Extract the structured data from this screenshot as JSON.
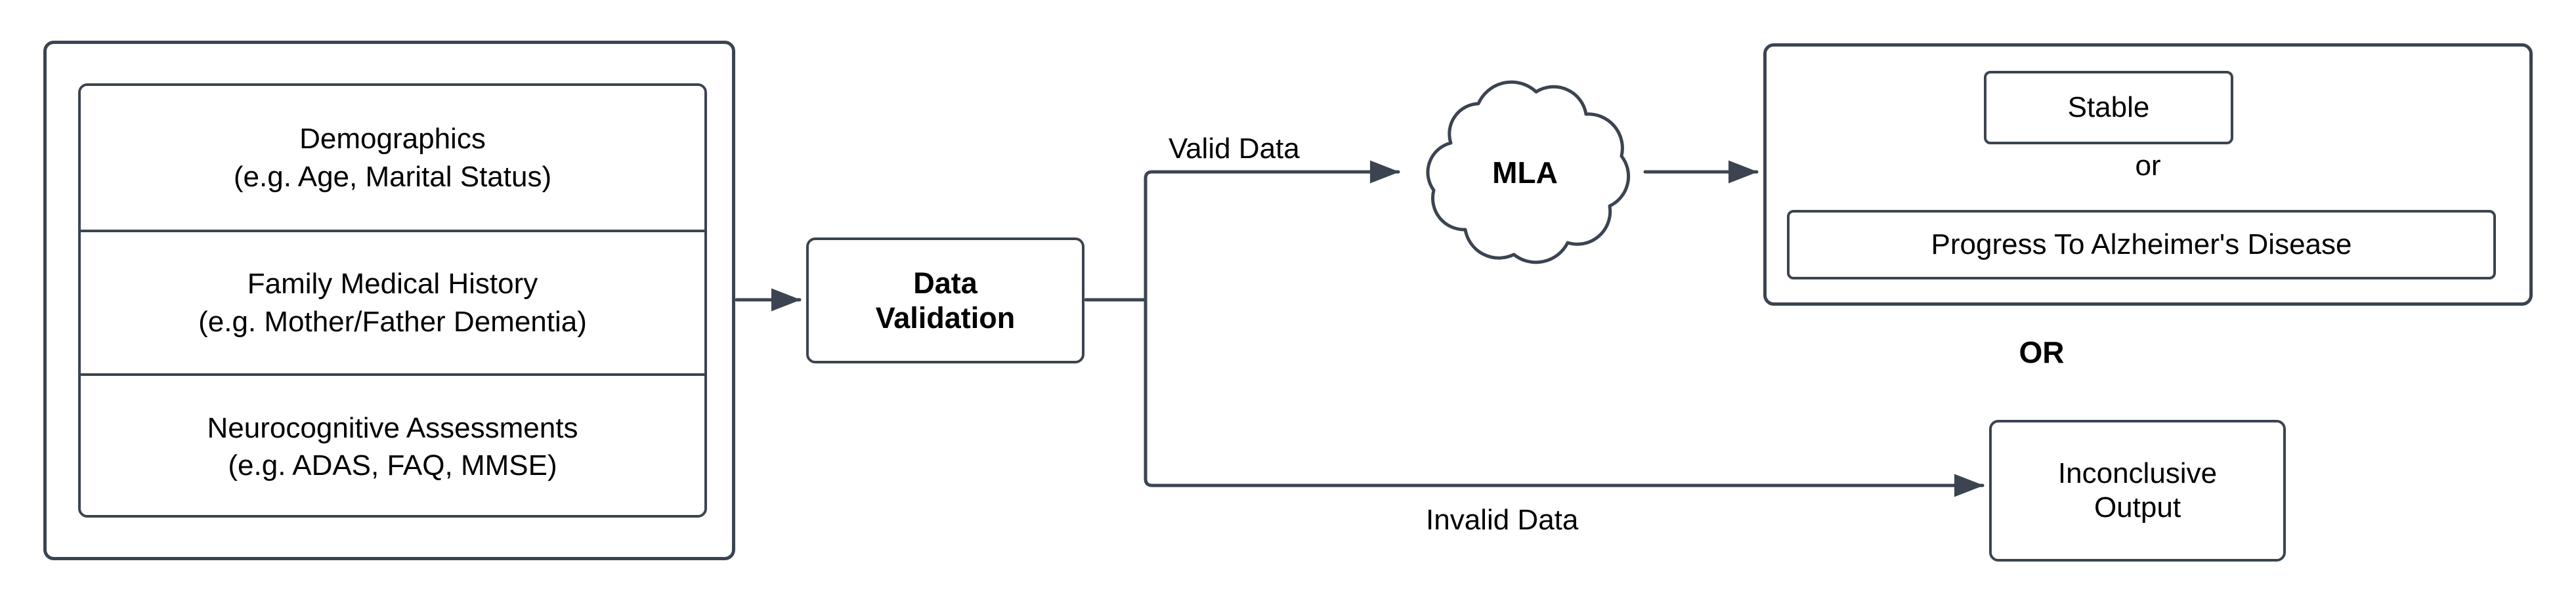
{
  "diagram": {
    "title": "Alzheimer's Disease Prediction Pipeline Flowchart",
    "stroke_color": "#3b4450",
    "background_color": "#ffffff",
    "text_color": "#000000"
  },
  "input_group": {
    "rows": [
      {
        "line1": "Demographics",
        "line2": "(e.g. Age, Marital Status)"
      },
      {
        "line1": "Family Medical History",
        "line2": "(e.g. Mother/Father Dementia)"
      },
      {
        "line1": "Neurocognitive Assessments",
        "line2": "(e.g. ADAS, FAQ, MMSE)"
      }
    ]
  },
  "process": {
    "data_validation_line1": "Data",
    "data_validation_line2": "Validation"
  },
  "model": {
    "cloud_label": "MLA"
  },
  "edges": {
    "valid_data": "Valid Data",
    "invalid_data": "Invalid Data"
  },
  "outputs": {
    "stable": "Stable",
    "or_lower": "or",
    "progress": "Progress To Alzheimer's Disease",
    "or_upper": "OR",
    "inconclusive_line1": "Inconclusive",
    "inconclusive_line2": "Output"
  }
}
